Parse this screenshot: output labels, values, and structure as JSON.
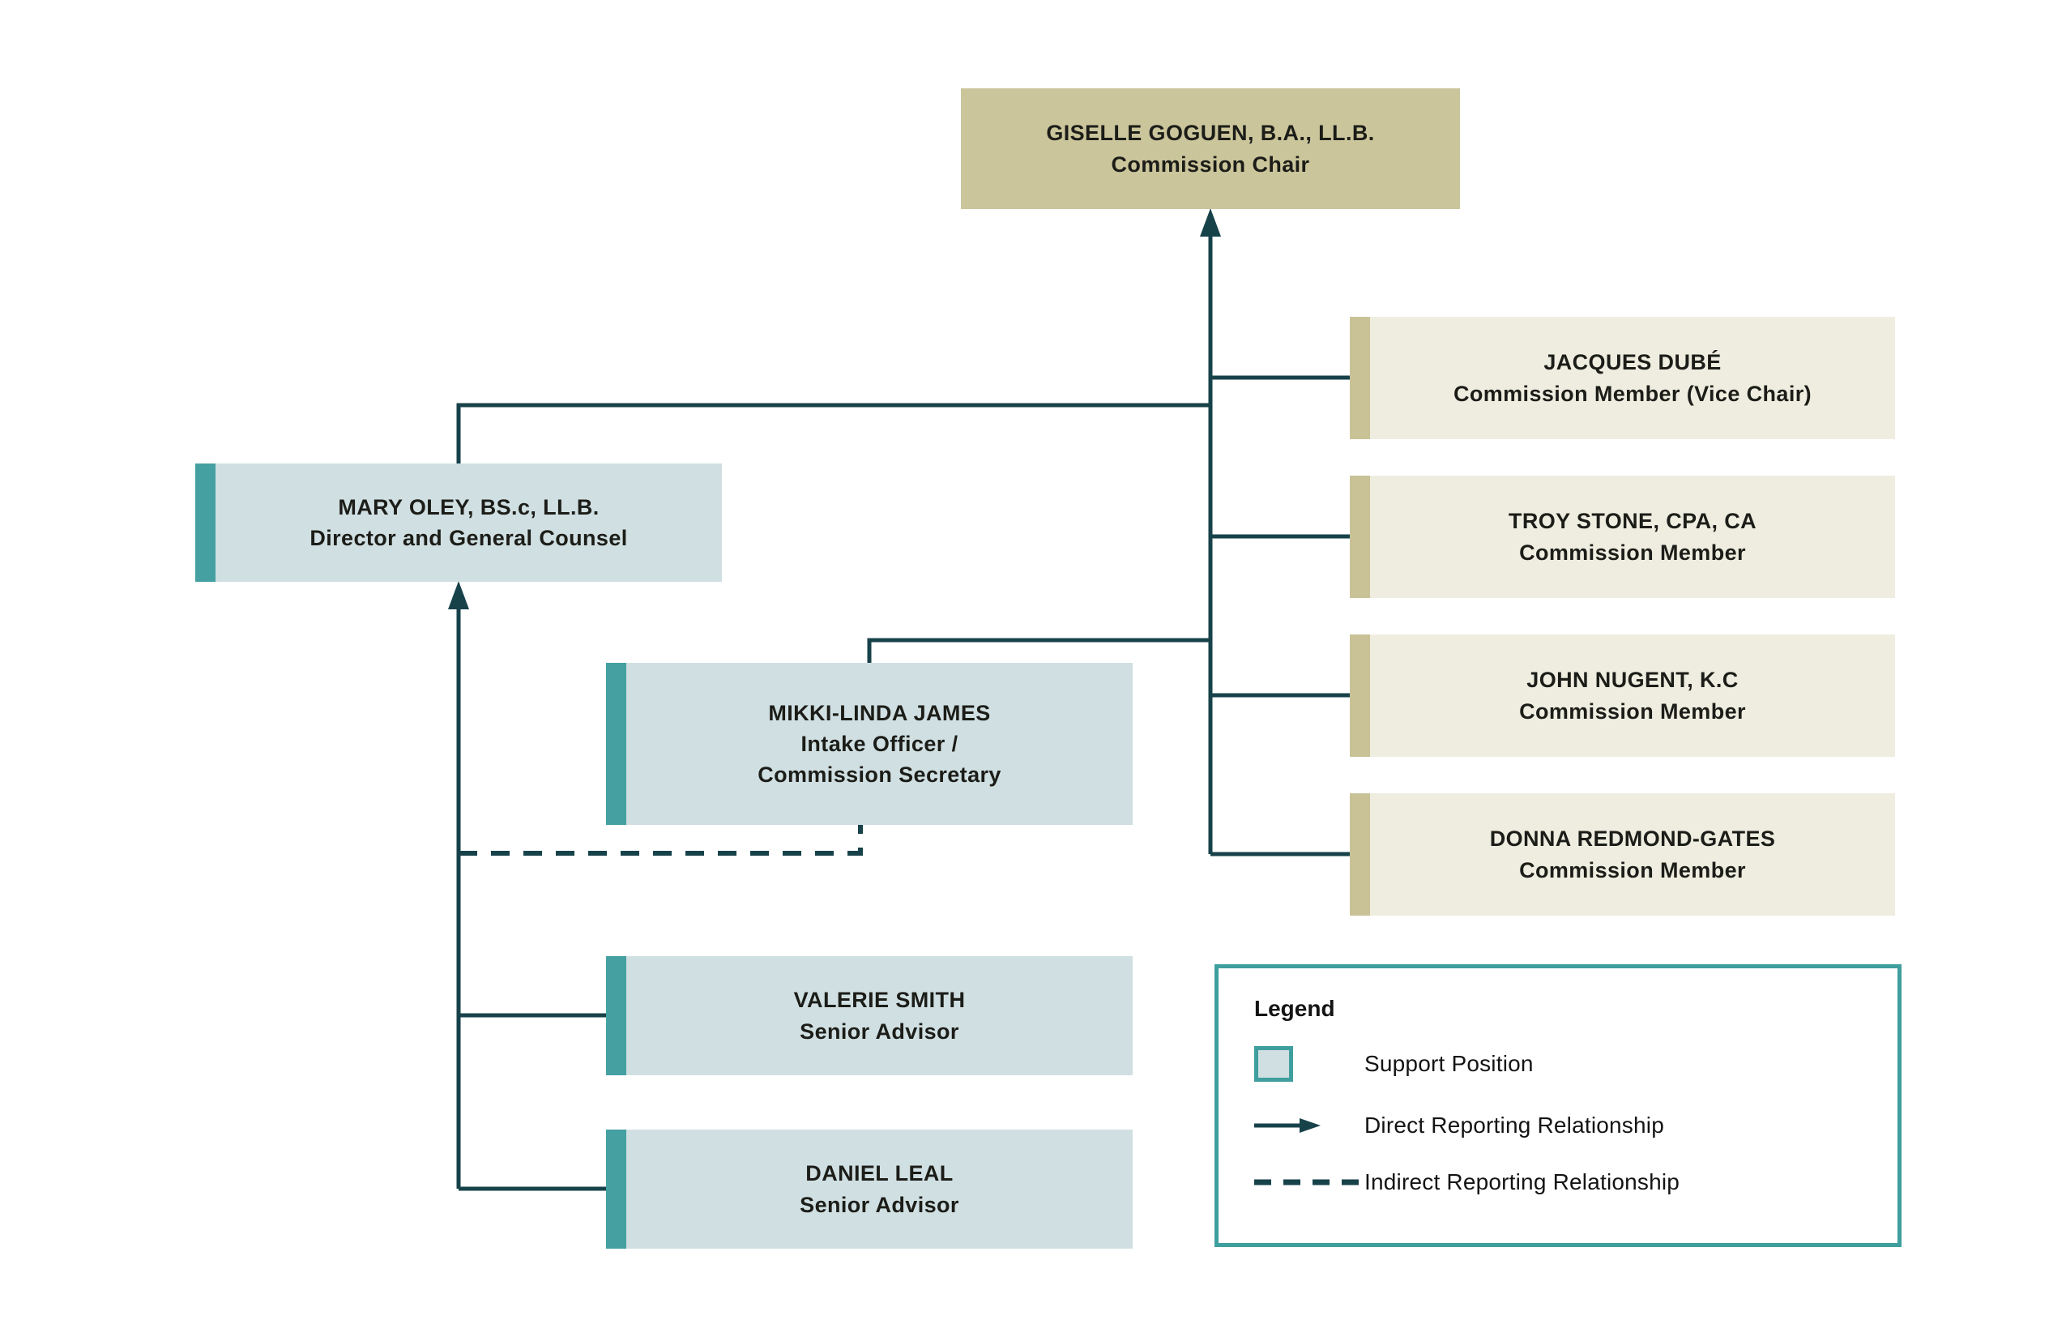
{
  "org": {
    "chair": {
      "name": "GISELLE GOGUEN, B.A., LL.B.",
      "role": "Commission Chair",
      "category": "commission-chair"
    },
    "members": [
      {
        "name": "JACQUES DUBÉ",
        "role": "Commission Member (Vice Chair)",
        "category": "commission-member"
      },
      {
        "name": "TROY STONE, CPA, CA",
        "role": "Commission Member",
        "category": "commission-member"
      },
      {
        "name": "JOHN NUGENT, K.C",
        "role": "Commission Member",
        "category": "commission-member"
      },
      {
        "name": "DONNA REDMOND-GATES",
        "role": "Commission Member",
        "category": "commission-member"
      }
    ],
    "support": [
      {
        "name": "MARY OLEY, BS.c, LL.B.",
        "role": "Director and General Counsel",
        "category": "support-position"
      },
      {
        "name": "MIKKI-LINDA JAMES",
        "role": "Intake Officer /\nCommission Secretary",
        "category": "support-position"
      },
      {
        "name": "VALERIE SMITH",
        "role": "Senior Advisor",
        "category": "support-position"
      },
      {
        "name": "DANIEL LEAL",
        "role": "Senior Advisor",
        "category": "support-position"
      }
    ],
    "relationships": [
      "Commission members connect to Commission Chair (direct, arrow up into chair box)",
      "Director and General Counsel connects to commission trunk (direct)",
      "Intake Officer / Commission Secretary connects to commission trunk (direct)",
      "Senior Advisors report up to Director and General Counsel (direct, arrow up into director box)",
      "Intake Officer / Commission Secretary reports indirectly to Director and General Counsel (dashed)"
    ]
  },
  "legend": {
    "title": "Legend",
    "items": [
      {
        "symbol": "support-position-swatch",
        "label": "Support Position"
      },
      {
        "symbol": "direct-arrow",
        "label": "Direct Reporting Relationship"
      },
      {
        "symbol": "dashed-line",
        "label": "Indirect Reporting Relationship"
      }
    ]
  },
  "colors": {
    "chair_fill": "#cbc59c",
    "member_fill": "#eeede0",
    "member_accent": "#c9c296",
    "support_fill": "#d0dfe2",
    "support_accent": "#45a0a2",
    "line_color": "#17424a",
    "legend_border": "#3f9e9e",
    "box_text": "#1c1d18",
    "legend_text": "#141414"
  }
}
